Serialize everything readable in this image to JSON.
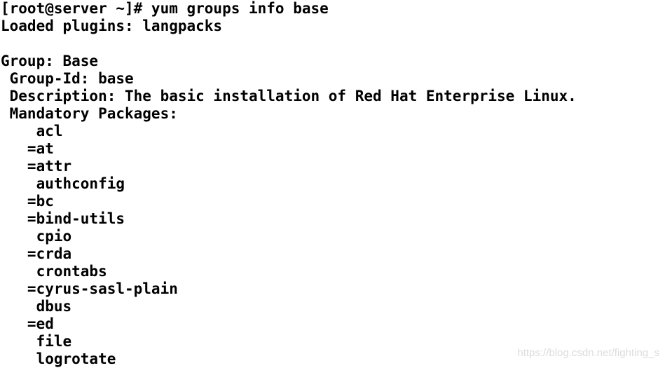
{
  "terminal": {
    "lines": [
      "[root@server ~]# yum groups info base",
      "Loaded plugins: langpacks",
      "",
      "Group: Base",
      " Group-Id: base",
      " Description: The basic installation of Red Hat Enterprise Linux.",
      " Mandatory Packages:",
      "    acl",
      "   =at",
      "   =attr",
      "    authconfig",
      "   =bc",
      "   =bind-utils",
      "    cpio",
      "   =crda",
      "    crontabs",
      "   =cyrus-sasl-plain",
      "    dbus",
      "   =ed",
      "    file",
      "    logrotate"
    ]
  },
  "watermark": "https://blog.csdn.net/fighting_s"
}
